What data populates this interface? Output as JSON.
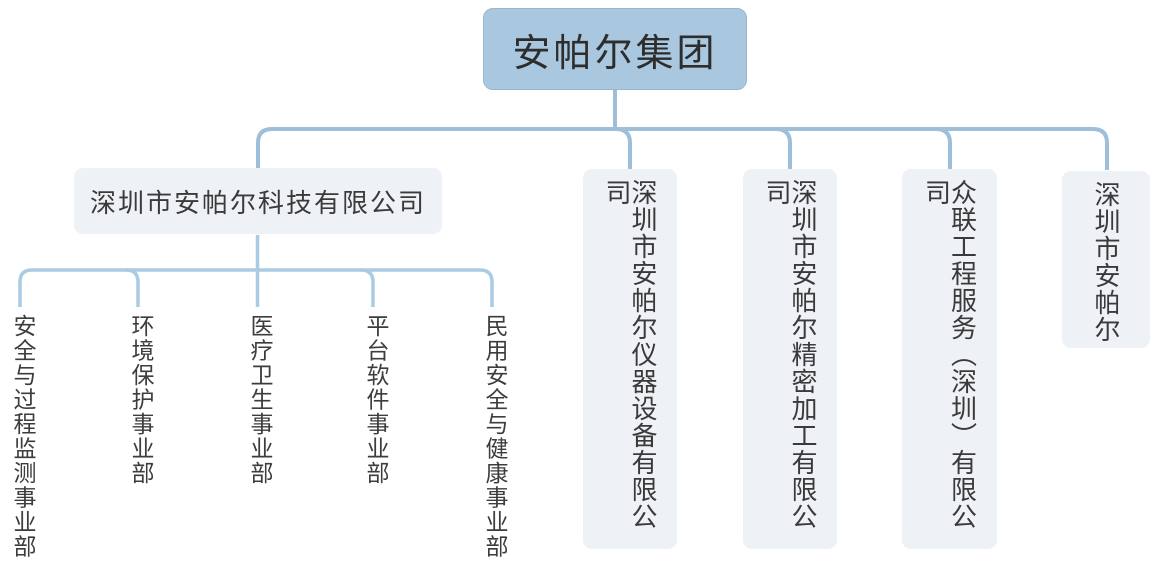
{
  "org": {
    "root": {
      "label": "安帕尔集团"
    },
    "subsidiaries": [
      {
        "label": "深圳市安帕尔科技有限公司"
      },
      {
        "label": "深圳市安帕尔仪器设备有限公司"
      },
      {
        "label": "深圳市安帕尔精密加工有限公司"
      },
      {
        "label": "众联工程服务（深圳）有限公司"
      },
      {
        "label": "深圳市安帕尔"
      }
    ],
    "divisions": [
      {
        "label": "安全与过程监测事业部"
      },
      {
        "label": "环境保护事业部"
      },
      {
        "label": "医疗卫生事业部"
      },
      {
        "label": "平台软件事业部"
      },
      {
        "label": "民用安全与健康事业部"
      }
    ],
    "colors": {
      "root_fill": "#a9c7de",
      "root_border": "#98b6ce",
      "node_fill": "#eef2f6",
      "connector_primary": "#9fbed8",
      "connector_secondary": "#a9cce4",
      "root_text": "#2d2d2d",
      "node_text": "#3a3a3a"
    }
  }
}
